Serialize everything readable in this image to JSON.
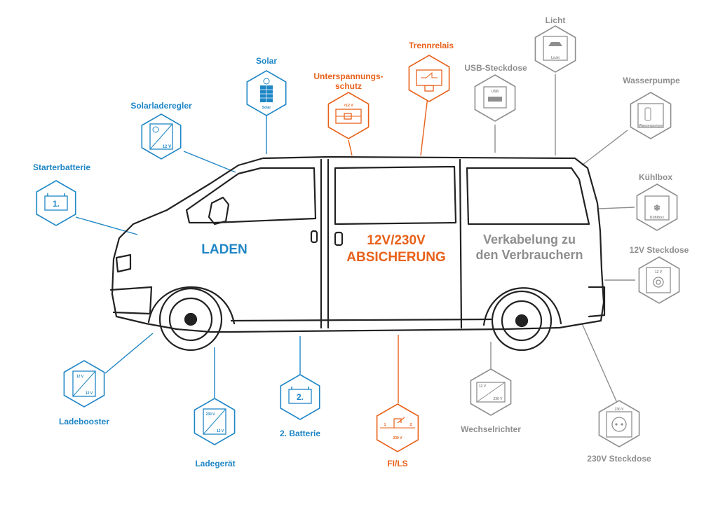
{
  "colors": {
    "charging": "#1f86c6",
    "fusing": "#e8611a",
    "consumers": "#8e8e8e",
    "van": "#222222"
  },
  "sections": {
    "charging": "LADEN",
    "fusing_line1": "12V/230V",
    "fusing_line2": "ABSICHERUNG",
    "consumers_line1": "Verkabelung zu",
    "consumers_line2": "den Verbrauchern"
  },
  "components": {
    "starterbatterie": {
      "label": "Starterbatterie",
      "icon_text": "1."
    },
    "solarladeregler": {
      "label": "Solarladeregler",
      "icon_text": "12 V"
    },
    "solar": {
      "label": "Solar",
      "icon_text": "Solar"
    },
    "unterspannungsschutz": {
      "label_line1": "Unterspannungs-",
      "label_line2": "schutz",
      "icon_text": "<12 V"
    },
    "trennrelais": {
      "label": "Trennrelais"
    },
    "usb": {
      "label": "USB-Steckdose",
      "icon_text": "USB"
    },
    "licht": {
      "label": "Licht",
      "icon_text": "Licht"
    },
    "wasserpumpe": {
      "label": "Wasserpumpe",
      "icon_text": "Wasserpumpe"
    },
    "kuehlbox": {
      "label": "Kühlbox",
      "icon_text": "Kühlbox"
    },
    "steckdose12": {
      "label": "12V Steckdose",
      "icon_text": "12 V"
    },
    "steckdose230": {
      "label": "230V Steckdose",
      "icon_text": "230 V"
    },
    "wechselrichter": {
      "label": "Wechselrichter",
      "icon_text_top": "12 V",
      "icon_text_bottom": "230 V"
    },
    "fils": {
      "label": "FI/LS",
      "icon_text": "230 V",
      "icon_left": "1",
      "icon_right": "2"
    },
    "batterie2": {
      "label": "2. Batterie",
      "icon_text": "2."
    },
    "ladegeraet": {
      "label": "Ladegerät",
      "icon_text_top": "230 V",
      "icon_text_bottom": "12 V"
    },
    "ladebooster": {
      "label": "Ladebooster",
      "icon_text_top": "12 V",
      "icon_text_bottom": "12 V"
    }
  }
}
